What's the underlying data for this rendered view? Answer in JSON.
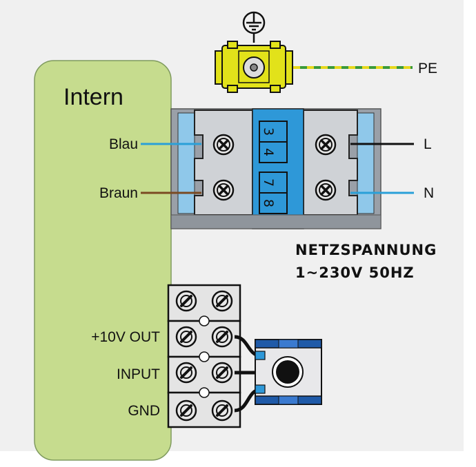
{
  "diagram": {
    "internal_label": "Intern",
    "pe_label": "PE",
    "left_wires": [
      {
        "label": "Blau",
        "color": "#2aa0d8"
      },
      {
        "label": "Braun",
        "color": "#7a4a22"
      }
    ],
    "right_wires": [
      {
        "label": "L",
        "color": "#111111"
      },
      {
        "label": "N",
        "color": "#2aa0d8"
      }
    ],
    "terminal_numbers": [
      "3",
      "4",
      "7",
      "8"
    ],
    "mains": {
      "line1": "NETZSPANNUNG",
      "line2": "1~230V 50HZ"
    },
    "io_labels": [
      "+10V OUT",
      "INPUT",
      "GND"
    ],
    "colors": {
      "background": "#f0f0f0",
      "panel": "#c6dc8e",
      "terminal_block": "#9aa0a8",
      "terminal_center": "#2e98d8",
      "terminal_side": "#8fc8ea",
      "pe_clamp": "#e2e21a",
      "pe_wire_yellow": "#e7d81c",
      "pe_wire_green": "#3a9a3a",
      "potentiometer": "#1f5aa8"
    },
    "icons": [
      "ground-symbol-icon",
      "screw-icon",
      "potentiometer-knob-icon"
    ]
  }
}
